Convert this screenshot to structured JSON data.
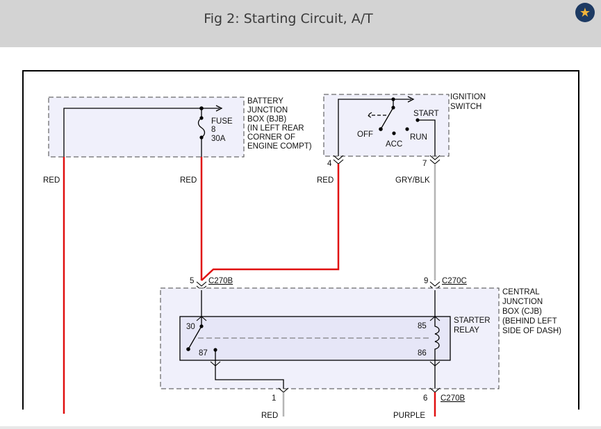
{
  "header": {
    "title": "Fig 2: Starting Circuit, A/T",
    "favorite_icon": "star-icon",
    "colors": {
      "header_bg": "#d3d3d3",
      "badge_bg": "#1d3a63",
      "star": "#f2b43a"
    }
  },
  "diagram": {
    "bjb": {
      "label": [
        "BATTERY",
        "JUNCTION",
        "BOX (BJB)",
        "(IN LEFT REAR",
        "CORNER OF",
        "ENGINE COMPT)"
      ],
      "fuse": [
        "FUSE",
        "8",
        "30A"
      ]
    },
    "ignition": {
      "label": [
        "IGNITION",
        "SWITCH"
      ],
      "positions": {
        "off": "OFF",
        "acc": "ACC",
        "run": "RUN",
        "start": "START"
      },
      "pin_left": "4",
      "pin_right": "7"
    },
    "wires": {
      "left": "RED",
      "fuse_out": "RED",
      "ign_in": "RED",
      "ign_out": "GRY/BLK",
      "bottom_left": "RED",
      "bottom_right": "PURPLE"
    },
    "cjb": {
      "label": [
        "CENTRAL",
        "JUNCTION",
        "BOX (CJB)",
        "(BEHIND LEFT",
        "SIDE OF DASH)"
      ],
      "connector_a_pin": "5",
      "connector_a": "C270B",
      "connector_c_pin": "9",
      "connector_c": "C270C",
      "bottom_pin_left": "1",
      "bottom_pin_right": "6",
      "bottom_connector": "C270B"
    },
    "relay": {
      "label": [
        "STARTER",
        "RELAY"
      ],
      "pins": {
        "p30": "30",
        "p87": "87",
        "p85": "85",
        "p86": "86"
      }
    },
    "colors": {
      "red_wire": "#e01010",
      "gray_wire": "#b5b5b5",
      "box_fill": "#f0f0fb",
      "relay_fill": "#e6e6f7"
    }
  }
}
